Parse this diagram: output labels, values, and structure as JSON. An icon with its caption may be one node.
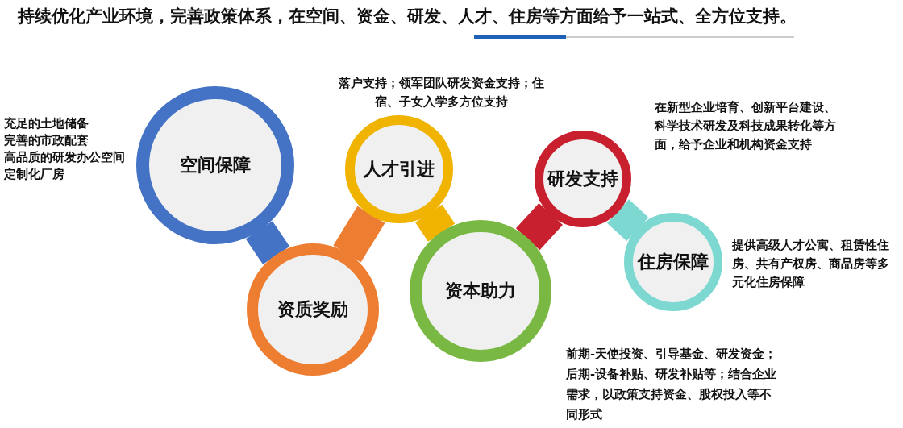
{
  "diagram": {
    "title": "持续优化产业环境，完善政策体系，在空间、资金、研发、人才、住房等方面给予一站式、全方位支持。",
    "nodes": [
      {
        "text": [
          "空间保障"
        ],
        "beside": [
          "充足的土地储备",
          "完善的市政配套",
          "高品质的研发办公空间",
          "定制化厂房"
        ]
      },
      {
        "text": [
          "资质奖励"
        ]
      },
      {
        "text": [
          "人才引进"
        ],
        "beside": [
          "落户支持；领军团队研发资金支持；住宿、子女入学多方位支持"
        ]
      },
      {
        "text": [
          "资本助力"
        ],
        "beside": [
          "前期-天使投资、引导基金、研发资金；后期-设备补贴、研发补贴等；结合企业需求，以政策支持资金、股权投入等不同形式"
        ]
      },
      {
        "text": [
          "研发支持"
        ],
        "beside": [
          "在新型企业培育、创新平台建设、科学技术研发及科技成果转化等方面，给予企业和机构资金支持"
        ]
      },
      {
        "text": [
          "住房保障"
        ],
        "beside": [
          "提供高级人才公寓、租赁性住房、共有产权房、商品房等多元化住房保障"
        ]
      }
    ],
    "edges": [
      {
        "from": 0,
        "to": 1,
        "arrow": "none",
        "color": "#4472c4"
      },
      {
        "from": 1,
        "to": 2,
        "arrow": "none",
        "color": "#ed7d31"
      },
      {
        "from": 2,
        "to": 3,
        "arrow": "none",
        "color": "#f0b400"
      },
      {
        "from": 3,
        "to": 4,
        "arrow": "none",
        "color": "#c8202f"
      },
      {
        "from": 4,
        "to": 5,
        "arrow": "none",
        "color": "#7dd8d2"
      }
    ]
  }
}
